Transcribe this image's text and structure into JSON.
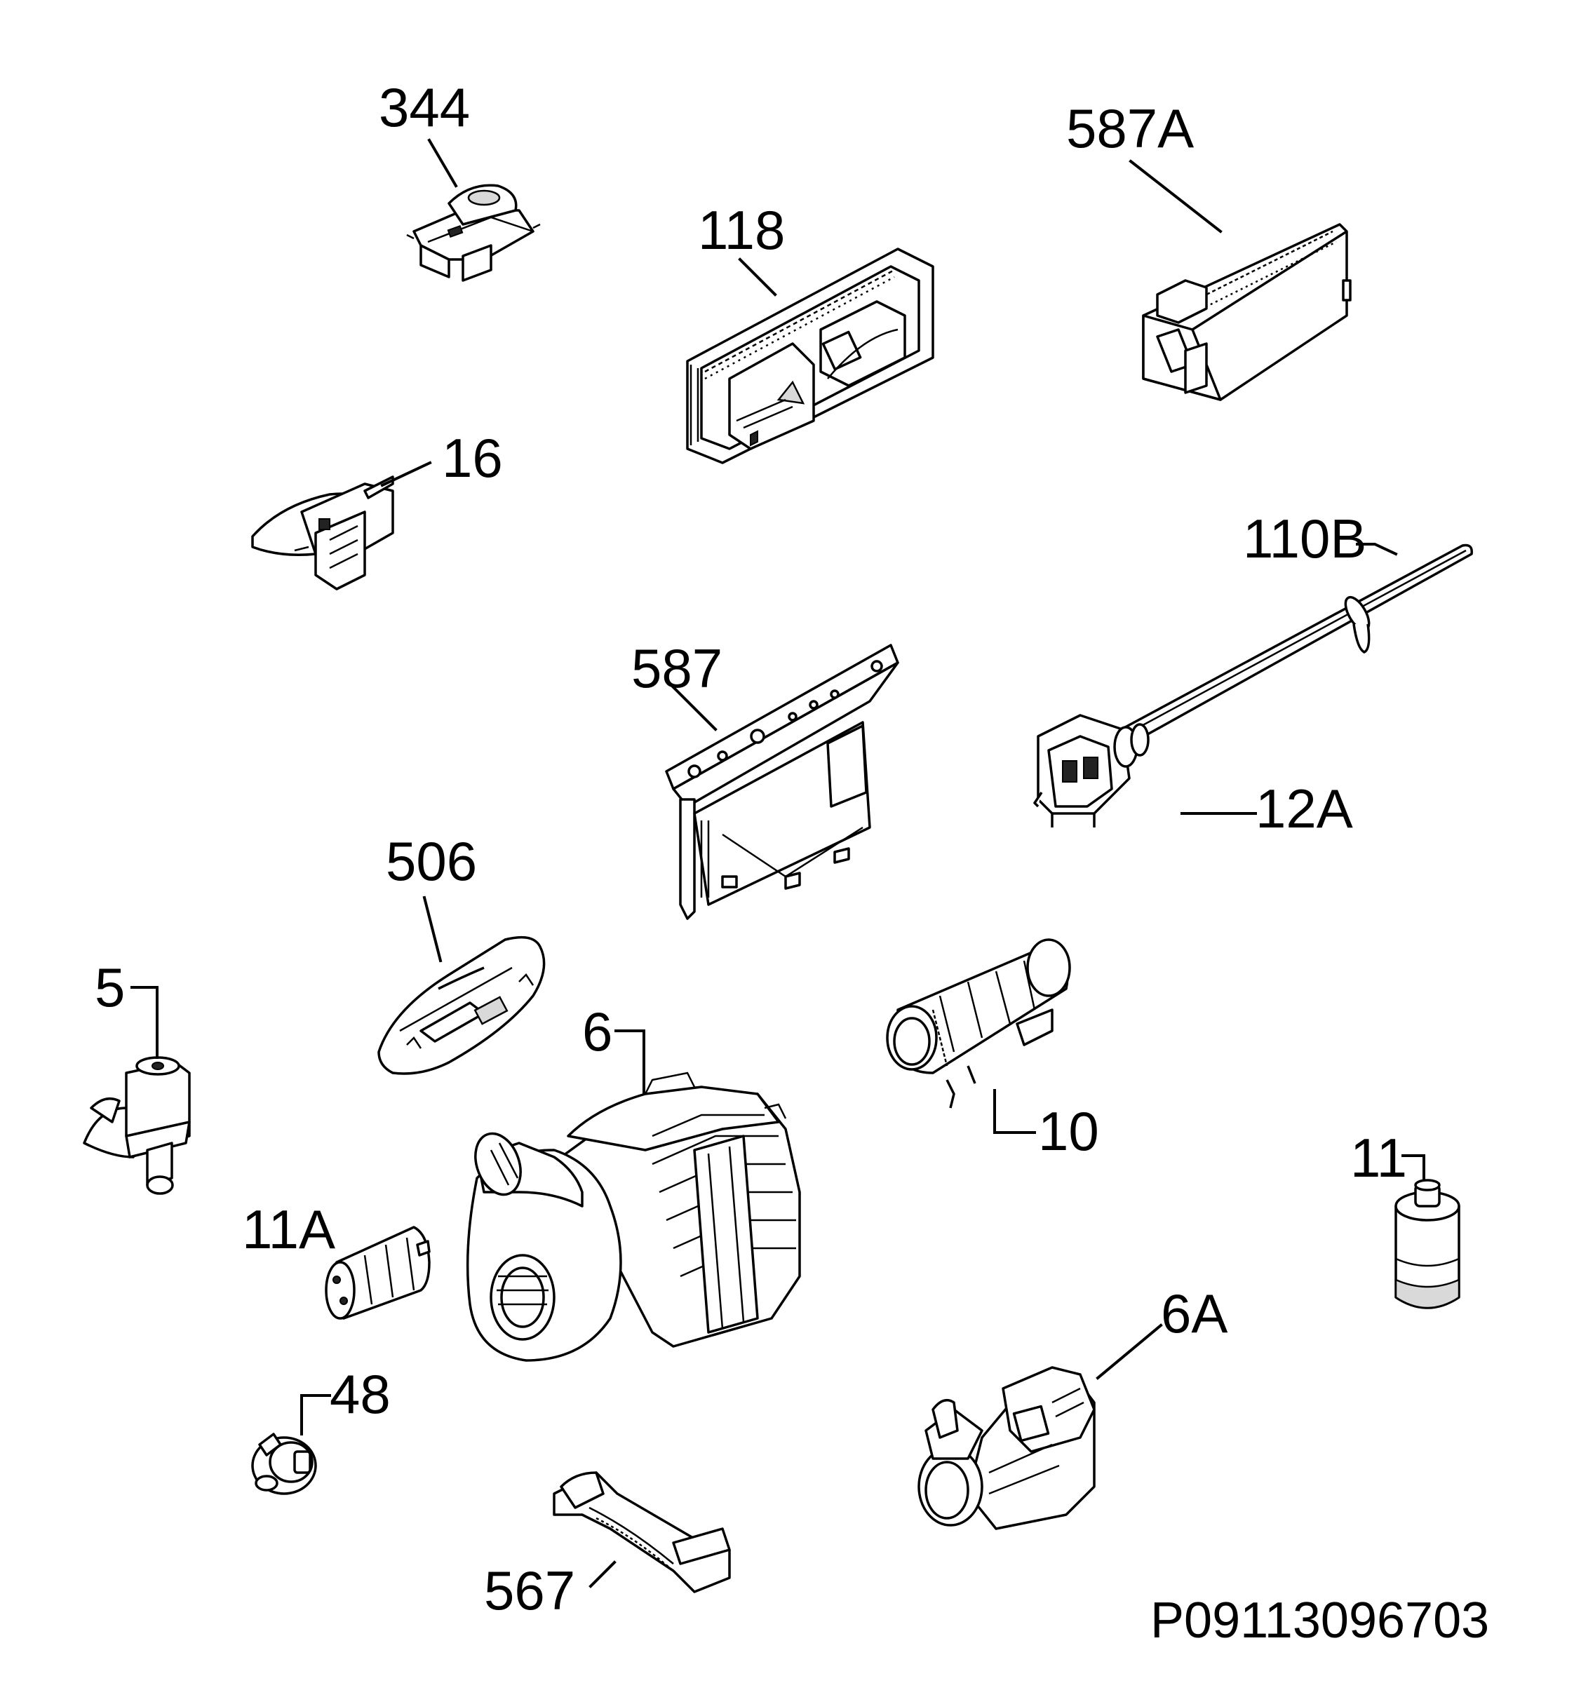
{
  "diagram": {
    "part_labels": {
      "p344": "344",
      "p587A": "587A",
      "p118": "118",
      "p16": "16",
      "p110B": "110B",
      "p587": "587",
      "p12A": "12A",
      "p506": "506",
      "p5": "5",
      "p6": "6",
      "p10": "10",
      "p11": "11",
      "p11A": "11A",
      "p6A": "6A",
      "p48": "48",
      "p567": "567"
    },
    "drawing_code": "P09113096703"
  }
}
